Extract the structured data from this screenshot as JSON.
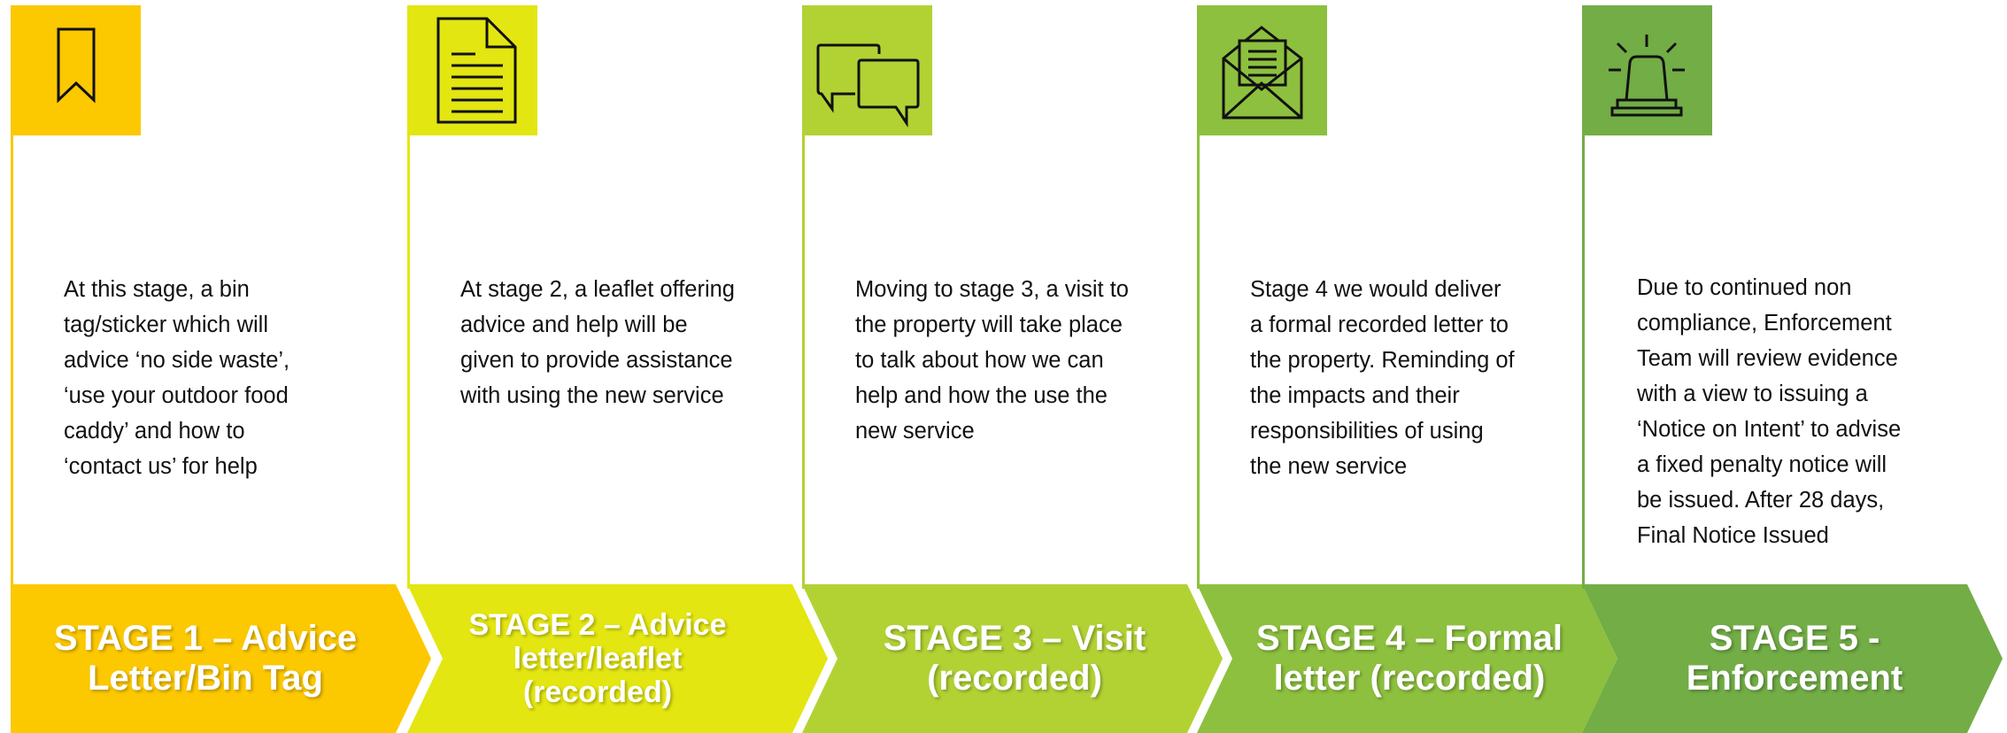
{
  "stages": [
    {
      "icon": "bookmark-icon",
      "color": "#FCC800",
      "title": "STAGE 1 – Advice Letter/Bin Tag",
      "description": "At this stage, a bin tag/sticker which will advice ‘no side waste’, ‘use your outdoor food caddy’ and how to ‘contact us’ for help"
    },
    {
      "icon": "document-icon",
      "color": "#E3E611",
      "title": "STAGE 2 – Advice letter/leaflet (recorded)",
      "description": "At stage 2, a leaflet offering advice and help will be given to provide assistance with using the new service"
    },
    {
      "icon": "speech-bubbles-icon",
      "color": "#B2D234",
      "title": "STAGE 3 – Visit (recorded)",
      "description": "Moving to stage 3, a visit to the property will take place to talk about how we can help and how the use the new service"
    },
    {
      "icon": "open-envelope-icon",
      "color": "#8DC03E",
      "title": "STAGE 4 – Formal letter (recorded)",
      "description": "Stage 4 we would deliver a formal recorded letter to the property. Reminding of the impacts and their responsibilities of using the new service"
    },
    {
      "icon": "siren-icon",
      "color": "#72AD46",
      "title": "STAGE 5 - Enforcement",
      "description": "Due to continued non compliance, Enforcement Team will review evidence with a view to issuing a ‘Notice on Intent’ to advise a fixed penalty notice will be issued. After 28 days, Final Notice Issued"
    }
  ]
}
